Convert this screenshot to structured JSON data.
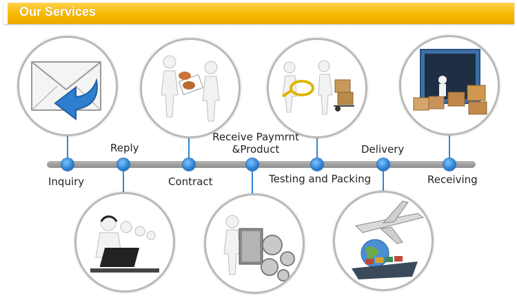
{
  "header": {
    "title": "Our Services"
  },
  "colors": {
    "header": "#f7b800",
    "node": "#2e86d6",
    "timeline": "#a0a0a0"
  },
  "steps": [
    {
      "label": "Inquiry",
      "icon": "envelope-reply-icon"
    },
    {
      "label": "Reply",
      "icon": "call-center-icon"
    },
    {
      "label": "Contract",
      "icon": "handshake-contract-icon"
    },
    {
      "label_line1": "Receive Paymrnt",
      "label_line2": "&Product",
      "icon": "gears-production-icon"
    },
    {
      "label": "Testing and Packing",
      "icon": "magnifier-inspection-icon"
    },
    {
      "label": "Delivery",
      "icon": "plane-ship-globe-icon"
    },
    {
      "label": "Receiving",
      "icon": "container-boxes-icon"
    }
  ]
}
